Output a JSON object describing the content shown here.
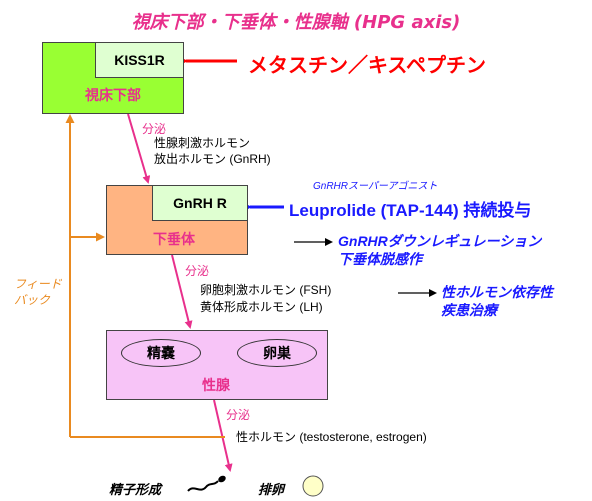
{
  "title": "視床下部・下垂体・性腺軸 (HPG axis)",
  "hypothalamus": {
    "receptor": "KISS1R",
    "label": "視床下部",
    "ligand_label": "メタスチン／キスペプチン"
  },
  "secretion_1": {
    "label": "分泌",
    "hormone_line1": "性腺刺激ホルモン",
    "hormone_line2": "放出ホルモン (GnRH)"
  },
  "pituitary": {
    "receptor": "GnRH R",
    "label": "下垂体"
  },
  "agonist": {
    "type_label": "GnRHRスーパーアゴニスト",
    "drug_label": "Leuprolide (TAP-144) 持続投与",
    "effect_line1": "GnRHRダウンレギュレーション",
    "effect_line2": "下垂体脱感作"
  },
  "secretion_2": {
    "label": "分泌",
    "hormone_line1": "卵胞刺激ホルモン (FSH)",
    "hormone_line2": "黄体形成ホルモン (LH)"
  },
  "therapy": {
    "line1": "性ホルモン依存性",
    "line2": "疾患治療"
  },
  "gonad": {
    "label": "性腺",
    "testis": "精嚢",
    "ovary": "卵巣"
  },
  "feedback": {
    "line1": "フィード",
    "line2": "バック"
  },
  "secretion_3": {
    "label": "分泌",
    "hormone": "性ホルモン (testosterone, estrogen)"
  },
  "outcomes": {
    "spermatogenesis": "精子形成",
    "ovulation": "排卵"
  },
  "colors": {
    "title": "#e8308c",
    "hypothalamus_box": "#99ff33",
    "pituitary_box": "#ffb482",
    "gonad_box": "#f7c4f7",
    "receptor_box": "#dfffd1",
    "feedback": "#e98a20",
    "ligand": "#ff0000",
    "agonist": "#1a1aff"
  }
}
